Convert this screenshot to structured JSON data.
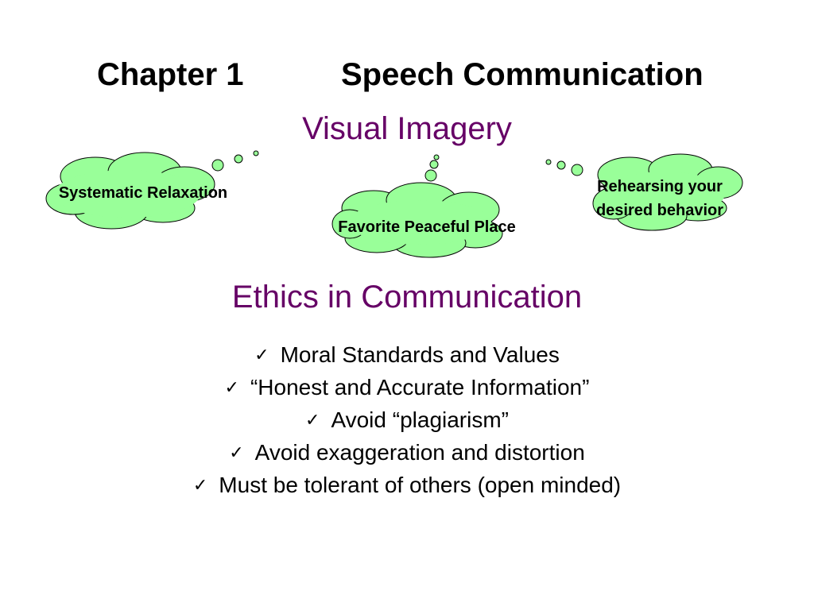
{
  "slide": {
    "title_chapter": "Chapter 1",
    "title_topic": "Speech Communication"
  },
  "visual_imagery": {
    "heading": "Visual Imagery",
    "clouds": [
      {
        "label": "Systematic Relaxation"
      },
      {
        "label": "Favorite Peaceful Place"
      },
      {
        "label_line1": "Rehearsing your",
        "label_line2": "desired behavior"
      }
    ],
    "cloud_fill": "#99ff99",
    "cloud_stroke": "#000000"
  },
  "ethics": {
    "heading": "Ethics in Communication",
    "bullet_icon": "check-mark-icon",
    "items": [
      "Moral Standards and Values",
      "“Honest and Accurate Information”",
      "Avoid “plagiarism”",
      "Avoid exaggeration and distortion",
      "Must be tolerant of others (open minded)"
    ]
  },
  "colors": {
    "heading": "#660066",
    "text": "#000000",
    "background": "#ffffff"
  }
}
